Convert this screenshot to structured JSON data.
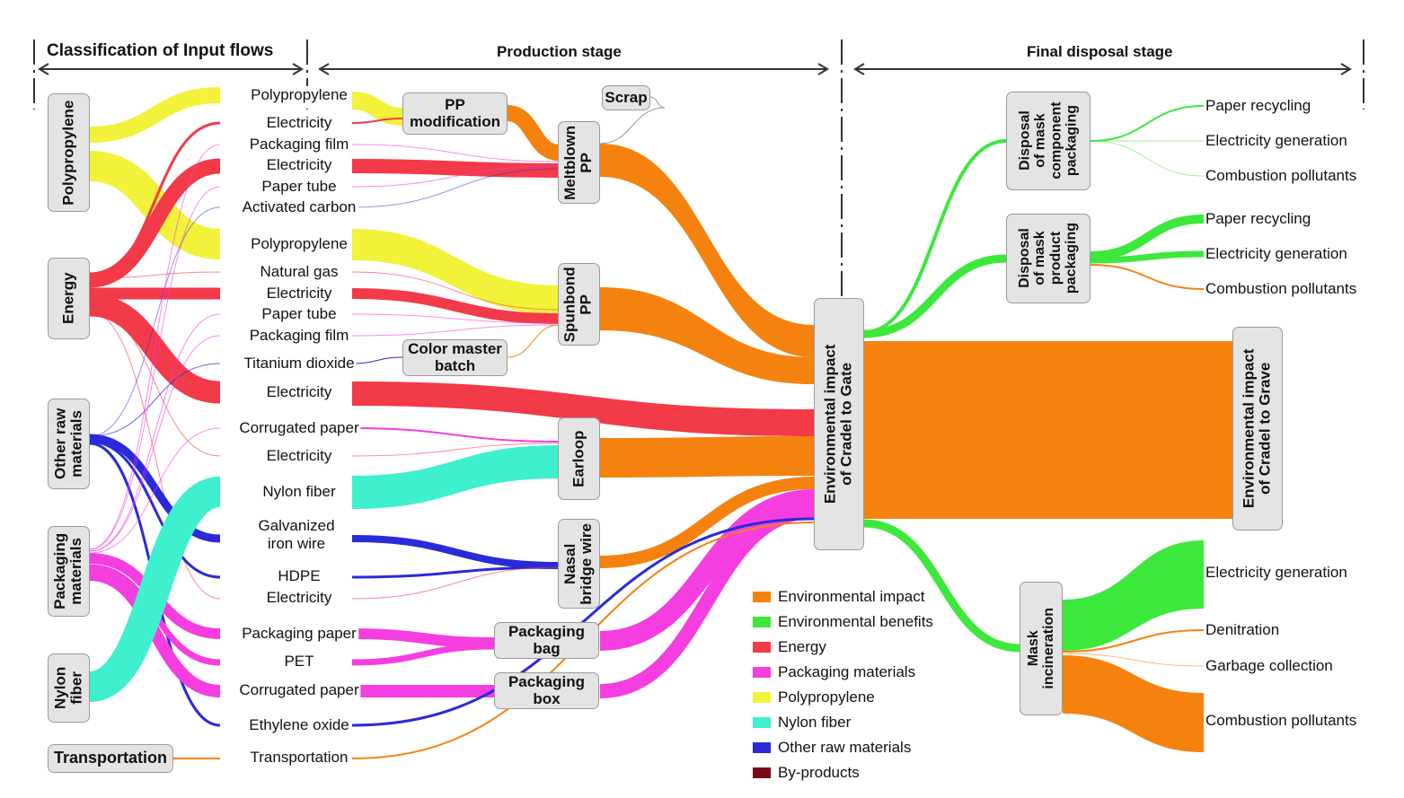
{
  "sections": {
    "input": "Classification of Input flows",
    "production": "Production stage",
    "disposal": "Final disposal stage"
  },
  "categories": {
    "polypropylene": "Polypropylene",
    "energy": "Energy",
    "other_raw": "Other raw\nmaterials",
    "packaging": "Packaging\nmaterials",
    "nylon": "Nylon\nfiber",
    "transportation": "Transportation"
  },
  "processes": {
    "pp_modification": "PP\nmodification",
    "scrap": "Scrap",
    "meltblown": "Meltblown\nPP",
    "spunbond": "Spunbond\nPP",
    "color_master": "Color master\nbatch",
    "earloop": "Earloop",
    "nasal": "Nasal\nbridge wire",
    "packaging_bag": "Packaging\nbag",
    "packaging_box": "Packaging\nbox",
    "cradle_gate": "Environmental impact\nof Cradel to Gate",
    "cradle_grave": "Environmental impact\nof Cradel to Grave",
    "disp_component": "Disposal\nof mask\ncomponent\npackaging",
    "disp_product": "Disposal\nof mask\nproduct\npackaging",
    "incineration": "Mask\nincineration"
  },
  "inputs": [
    "Polypropylene",
    "Electricity",
    "Packaging film",
    "Electricity",
    "Paper tube",
    "Activated carbon",
    "Polypropylene",
    "Natural gas",
    "Electricity",
    "Paper tube",
    "Packaging film",
    "Titanium dioxide",
    "Electricity",
    "Corrugated paper",
    "Electricity",
    "Nylon fiber",
    "Galvanized\niron wire",
    "HDPE",
    "Electricity",
    "Packaging paper",
    "PET",
    "Corrugated paper",
    "Ethylene oxide",
    "Transportation"
  ],
  "outputs": {
    "component": [
      "Paper recycling",
      "Electricity generation",
      "Combustion pollutants"
    ],
    "product": [
      "Paper recycling",
      "Electricity generation",
      "Combustion pollutants"
    ],
    "incineration": [
      "Electricity generation",
      "Denitration",
      "Garbage collection",
      "Combustion pollutants"
    ]
  },
  "legend": [
    {
      "label": "Environmental impact",
      "color": "#f5820f"
    },
    {
      "label": "Environmental benefits",
      "color": "#3de83d"
    },
    {
      "label": "Energy",
      "color": "#f23a48"
    },
    {
      "label": "Packaging materials",
      "color": "#f53ee0"
    },
    {
      "label": "Polypropylene",
      "color": "#f2f23a"
    },
    {
      "label": "Nylon fiber",
      "color": "#3ff0cf"
    },
    {
      "label": "Other raw materials",
      "color": "#2a2ad9"
    },
    {
      "label": "By-products",
      "color": "#7a0a1a"
    }
  ]
}
